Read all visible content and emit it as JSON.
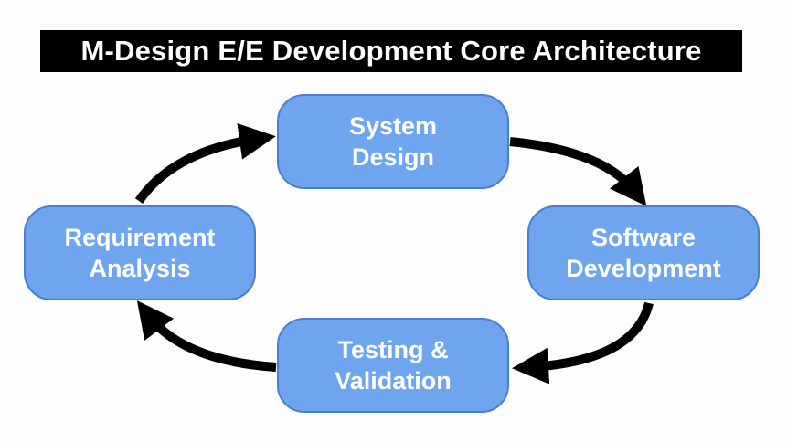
{
  "title": "M-Design E/E Development Core Architecture",
  "nodes": {
    "system_design": {
      "line1": "System",
      "line2": "Design"
    },
    "software_development": {
      "line1": "Software",
      "line2": "Development"
    },
    "testing_validation": {
      "line1": "Testing &",
      "line2": "Validation"
    },
    "requirement_analysis": {
      "line1": "Requirement",
      "line2": "Analysis"
    }
  },
  "colors": {
    "box_fill": "#6fa5ee",
    "box_border": "#4a7ed0",
    "arrow": "#000000",
    "title_bg": "#000000"
  }
}
